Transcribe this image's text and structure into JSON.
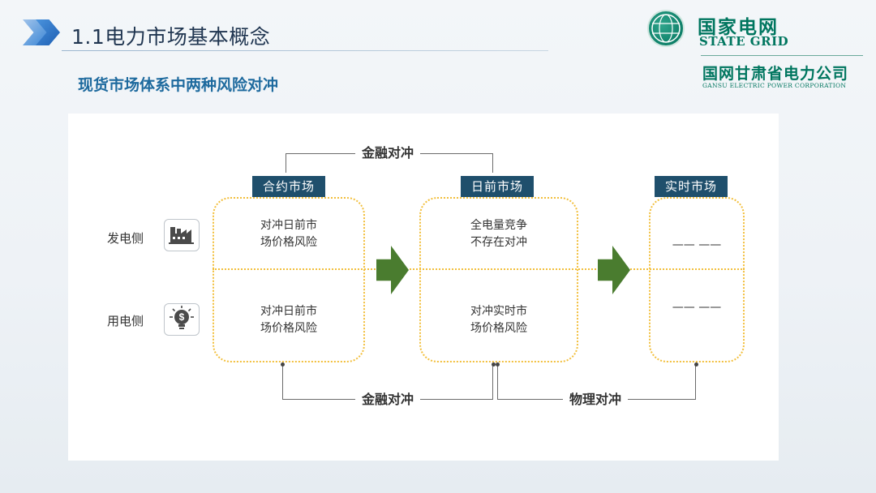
{
  "header": {
    "title": "1.1电力市场基本概念",
    "subtitle": "现货市场体系中两种风险对冲"
  },
  "logo": {
    "name_cn": "国家电网",
    "name_en": "STATE GRID",
    "sub_cn": "国网甘肃省电力公司",
    "sub_en": "GANSU ELECTRIC POWER CORPORATION"
  },
  "diagram": {
    "rows": [
      {
        "label": "发电侧",
        "icon": "factory-icon"
      },
      {
        "label": "用电侧",
        "icon": "dollar-bulb-icon"
      }
    ],
    "markets": [
      {
        "header": "合约市场",
        "top": [
          "对冲日前市",
          "场价格风险"
        ],
        "bottom": [
          "对冲日前市",
          "场价格风险"
        ]
      },
      {
        "header": "日前市场",
        "top": [
          "全电量竞争",
          "不存在对冲"
        ],
        "bottom": [
          "对冲实时市",
          "场价格风险"
        ]
      },
      {
        "header": "实时市场",
        "top": [
          "—— ——"
        ],
        "bottom": [
          "—— ——"
        ]
      }
    ],
    "connectors": {
      "top_label": "金融对冲",
      "bottom_left_label": "金融对冲",
      "bottom_right_label": "物理对冲"
    },
    "colors": {
      "header_bg": "#1f4f6c",
      "box_border": "#f2bf3c",
      "arrow": "#4a7c2f",
      "brand_green": "#00765f"
    }
  }
}
